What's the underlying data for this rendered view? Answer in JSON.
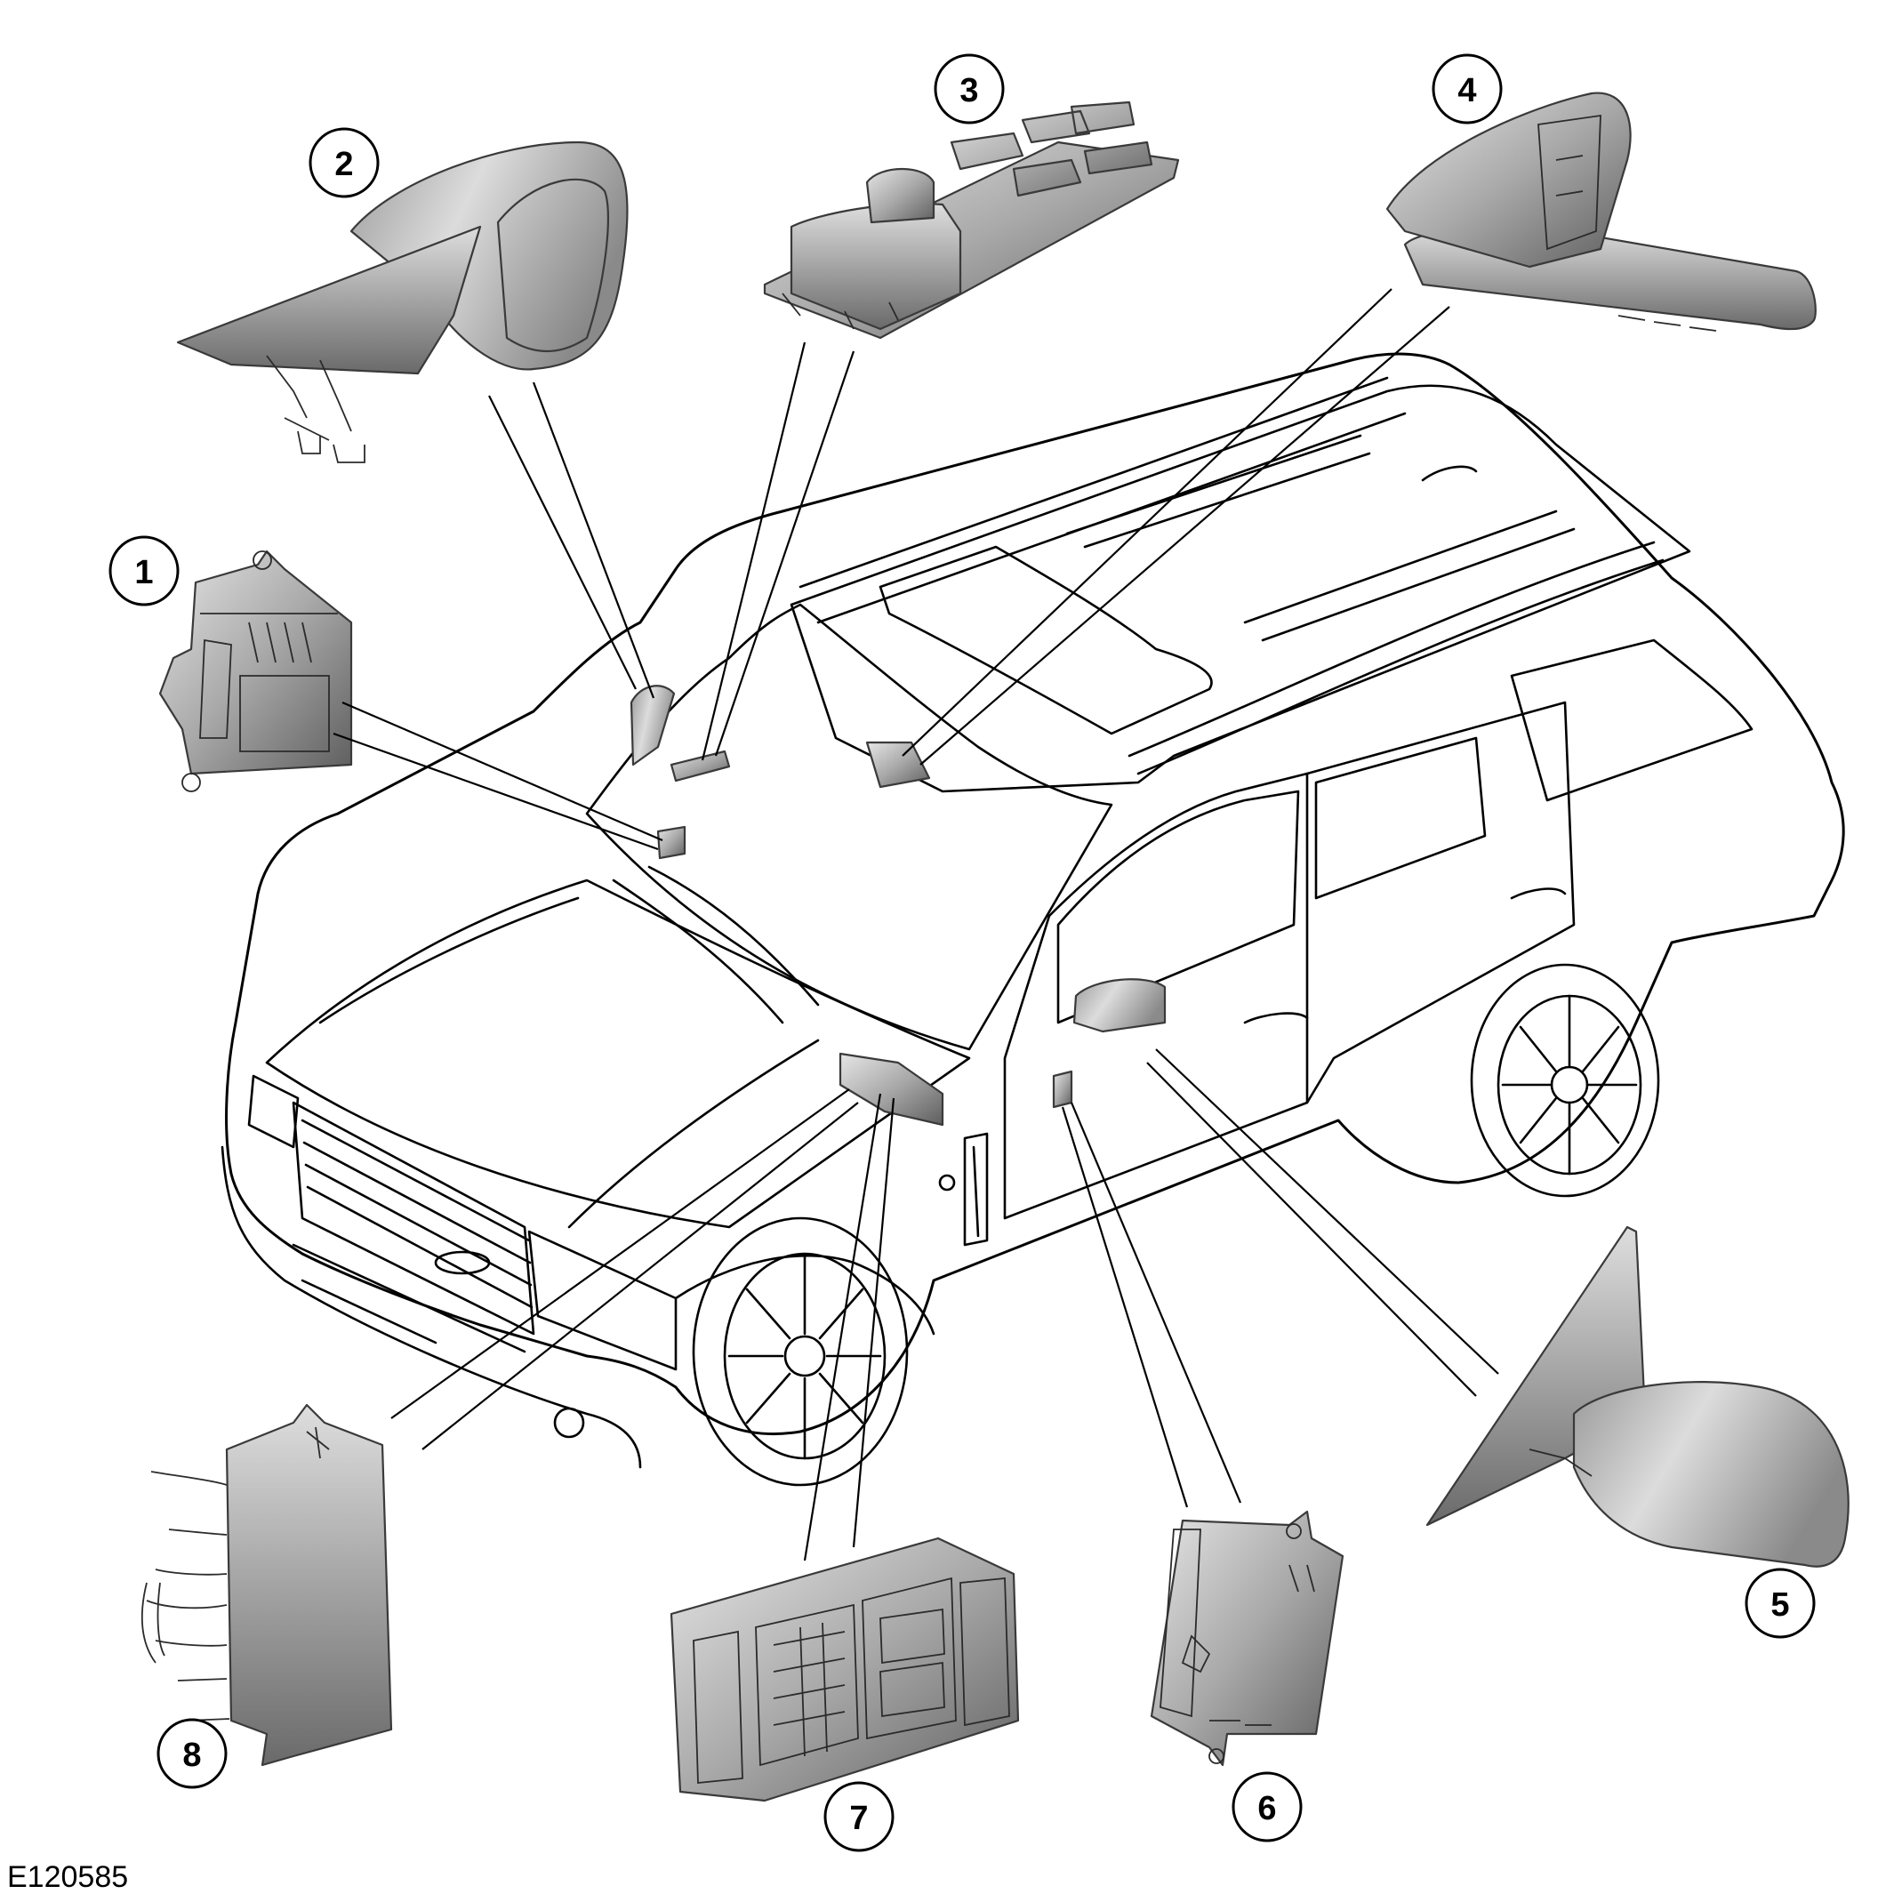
{
  "figure": {
    "id": "E120585"
  },
  "callouts": [
    {
      "number": "1"
    },
    {
      "number": "2"
    },
    {
      "number": "3"
    },
    {
      "number": "4"
    },
    {
      "number": "5"
    },
    {
      "number": "6"
    },
    {
      "number": "7"
    },
    {
      "number": "8"
    }
  ],
  "colors": {
    "line": "#000000",
    "part_gradient_light": "#d9d9d9",
    "part_gradient_dark": "#6b6b6b",
    "background": "#ffffff"
  }
}
